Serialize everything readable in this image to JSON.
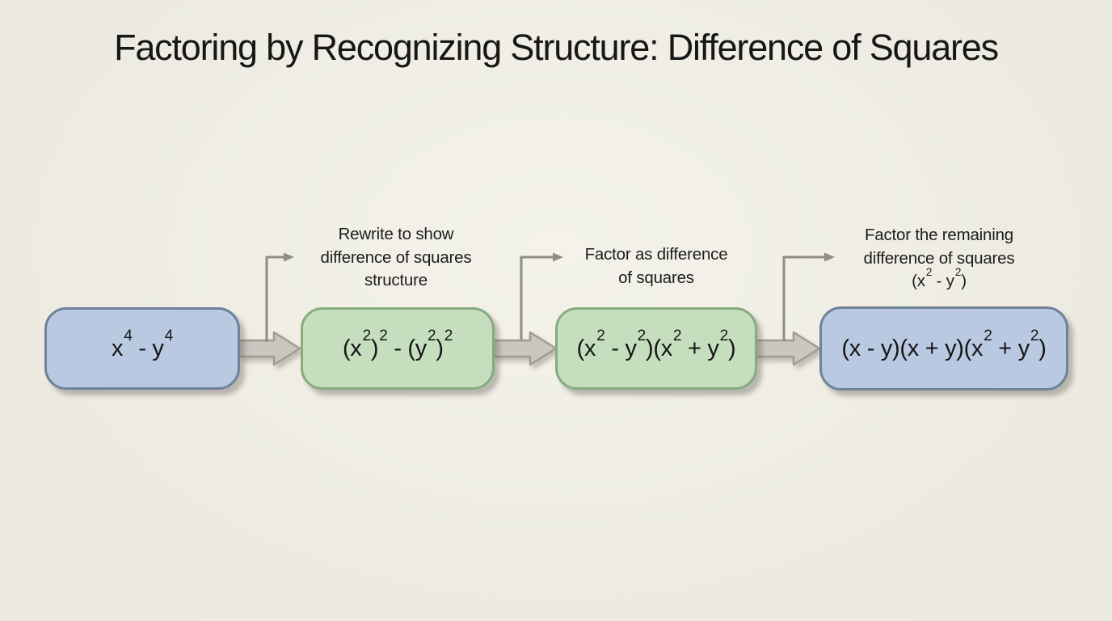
{
  "title": "Factoring by Recognizing Structure: Difference of Squares",
  "colors": {
    "background": "#f0eee3",
    "blue_fill": "#b9c9e1",
    "blue_border": "#71819a",
    "green_fill": "#c5debe",
    "green_border": "#87aa7f",
    "arrow_fill": "#c9c7c0",
    "arrow_stroke": "#9e9c93",
    "connector": "#8f8d85",
    "text": "#1b1b1b"
  },
  "steps": [
    {
      "expr": "x^4 - y^4",
      "variant": "blue"
    },
    {
      "expr": "(x^2)^2 - (y^2)^2",
      "variant": "green"
    },
    {
      "expr": "(x^2 - y^2)(x^2 + y^2)",
      "variant": "green"
    },
    {
      "expr": "(x - y)(x + y)(x^2 + y^2)",
      "variant": "blue"
    }
  ],
  "annotations": [
    {
      "text": "Rewrite to show\ndifference of squares\nstructure"
    },
    {
      "text": "Factor as difference\nof squares"
    },
    {
      "text": "Factor the remaining\ndifference of squares\n(x^2 - y^2)"
    }
  ]
}
